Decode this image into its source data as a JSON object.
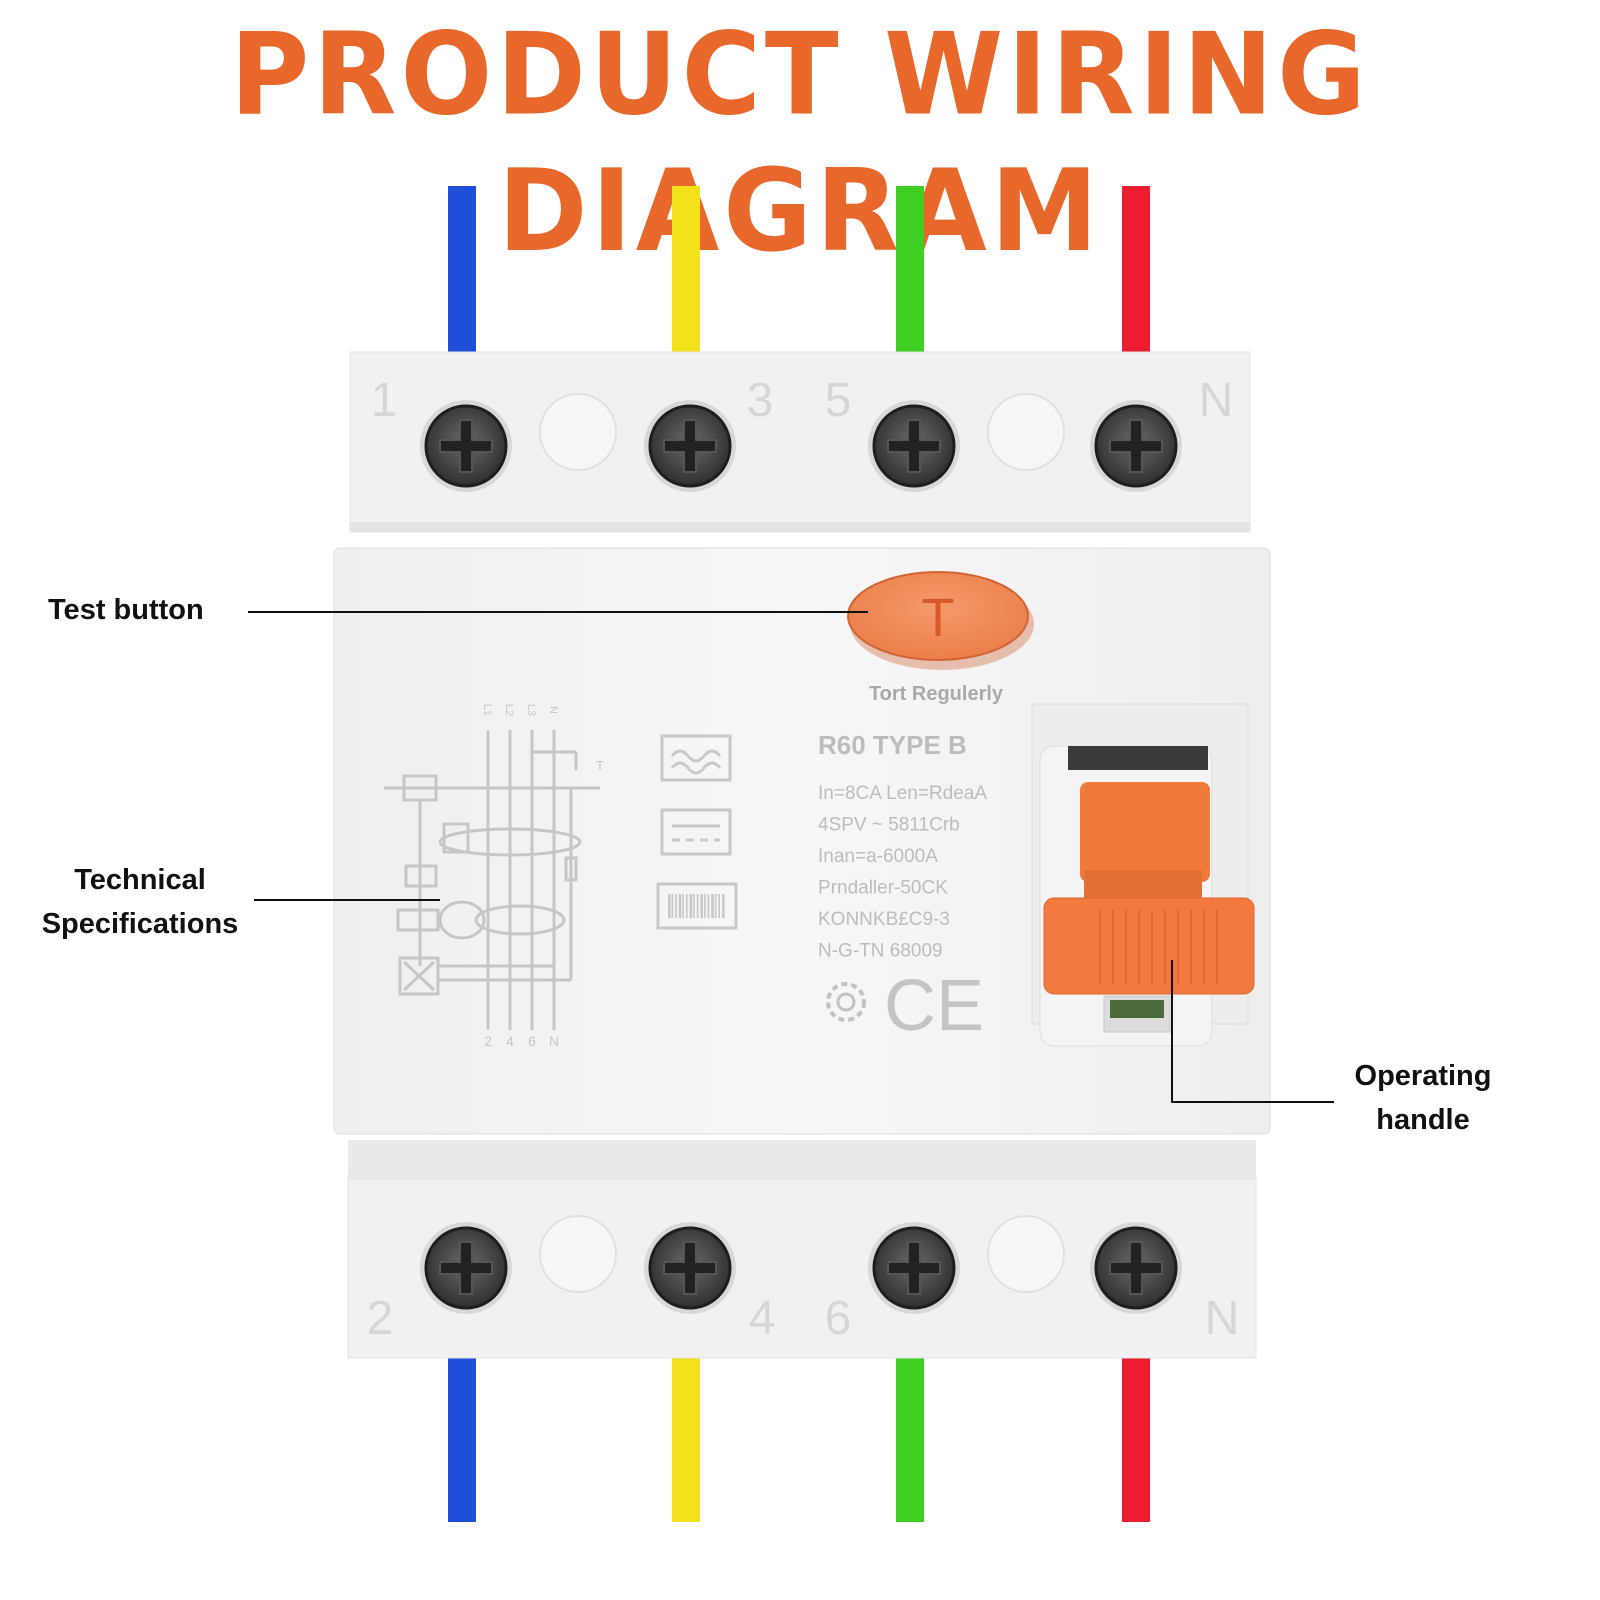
{
  "title": "PRODUCT WIRING DIAGRAM",
  "device": {
    "top_terminals": [
      "1",
      "3",
      "5",
      "N"
    ],
    "bottom_terminals": [
      "2",
      "4",
      "6",
      "N"
    ],
    "test_button_letter": "T",
    "test_caption": "Tort Regulerly",
    "spec_lines": [
      "R60  TYPE B",
      "In=8CA  Len=RdeaA",
      "4SPV ~ 5811Crb",
      "Inan=a-6000A",
      "Prndaller-50CK",
      "KONNKB£C9-3",
      "N-G-TN 68009"
    ],
    "ce_mark": "CE",
    "schematic_top_labels": [
      "L1",
      "L2",
      "L3",
      "N"
    ],
    "schematic_bottom_labels": [
      "2",
      "4",
      "6",
      "N"
    ],
    "schematic_side_label": "T"
  },
  "wire_colors": [
    "#1f4fd6",
    "#f2e21a",
    "#3fcf22",
    "#ec1c33"
  ],
  "accent_color": "#e8672a",
  "handle_color": "#f27a3e",
  "callouts": {
    "test_button": "Test button",
    "technical_specifications": [
      "Technical",
      "Specifications"
    ],
    "operating_handle": [
      "Operating",
      "handle"
    ]
  }
}
